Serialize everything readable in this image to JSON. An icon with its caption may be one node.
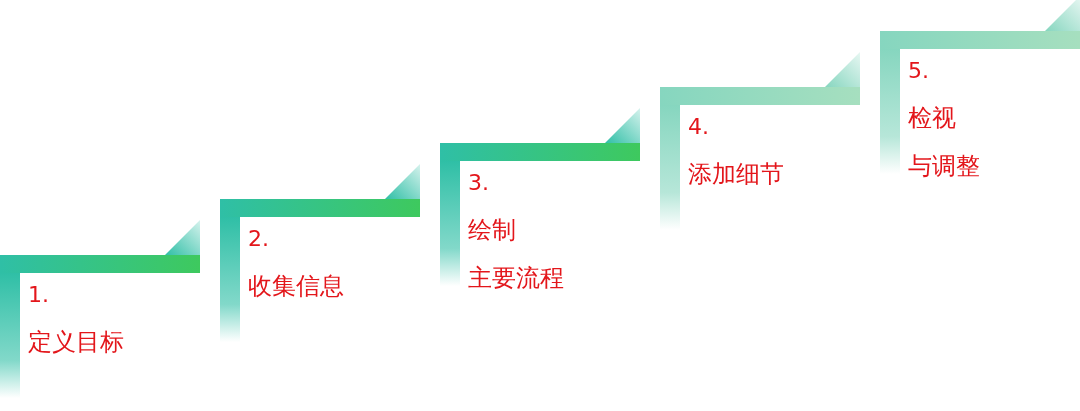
{
  "diagram": {
    "nodes": [
      {
        "text": [
          "1.",
          "定义目标"
        ]
      },
      {
        "text": [
          "2.",
          "收集信息"
        ]
      },
      {
        "text": [
          "3.",
          "绘制",
          "主要流程"
        ]
      },
      {
        "text": [
          "4.",
          "添加细节"
        ]
      },
      {
        "text": [
          "5.",
          "检视",
          "与调整"
        ]
      }
    ]
  }
}
